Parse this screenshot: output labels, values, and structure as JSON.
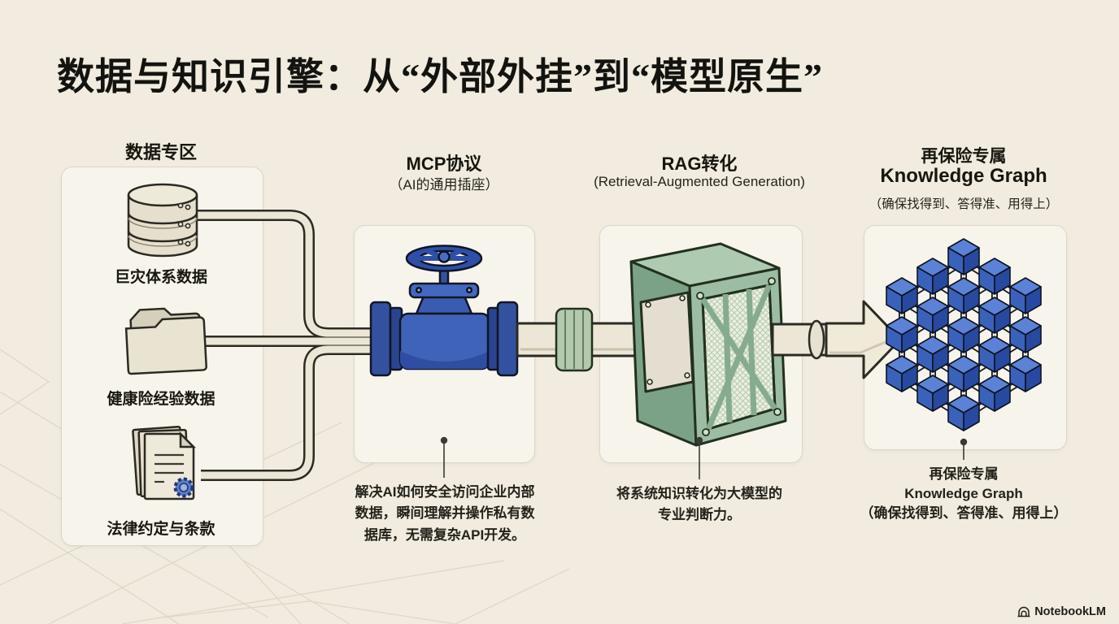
{
  "title": "数据与知识引擎：从“外部外挂”到“模型原生”",
  "columns": [
    {
      "header": "数据专区",
      "items": [
        {
          "icon": "database-icon",
          "label": "巨灾体系数据"
        },
        {
          "icon": "folder-icon",
          "label": "健康险经验数据"
        },
        {
          "icon": "document-seal-icon",
          "label": "法律约定与条款"
        }
      ]
    },
    {
      "header": "MCP协议",
      "subtitle": "（AI的通用插座）",
      "icon": "valve-icon",
      "caption": "解决AI如何安全访问企业内部数据，瞬间理解并操作私有数据库，无需复杂API开发。"
    },
    {
      "header": "RAG转化",
      "subtitle": "(Retrieval-Augmented Generation)",
      "icon": "filter-icon",
      "caption": "将系统知识转化为大模型的专业判断力。"
    },
    {
      "header": "再保险专属",
      "header2": "Knowledge Graph",
      "subtitle": "（确保找得到、答得准、用得上）",
      "icon": "knowledge-graph-icon",
      "caption_line1": "再保险专属",
      "caption_line2": "Knowledge Graph",
      "caption_line3": "（确保找得到、答得准、用得上）"
    }
  ],
  "brand": {
    "label": "NotebookLM",
    "icon": "notebooklm-icon"
  },
  "colors": {
    "background": "#f1ecdf",
    "panel": "#f7f4ec",
    "valve_blue": "#3f63b8",
    "filter_green": "#9cbda4",
    "cube_blue": "#3a62bb",
    "pipe_cream": "#ece6d6",
    "text": "#1b1a16"
  }
}
